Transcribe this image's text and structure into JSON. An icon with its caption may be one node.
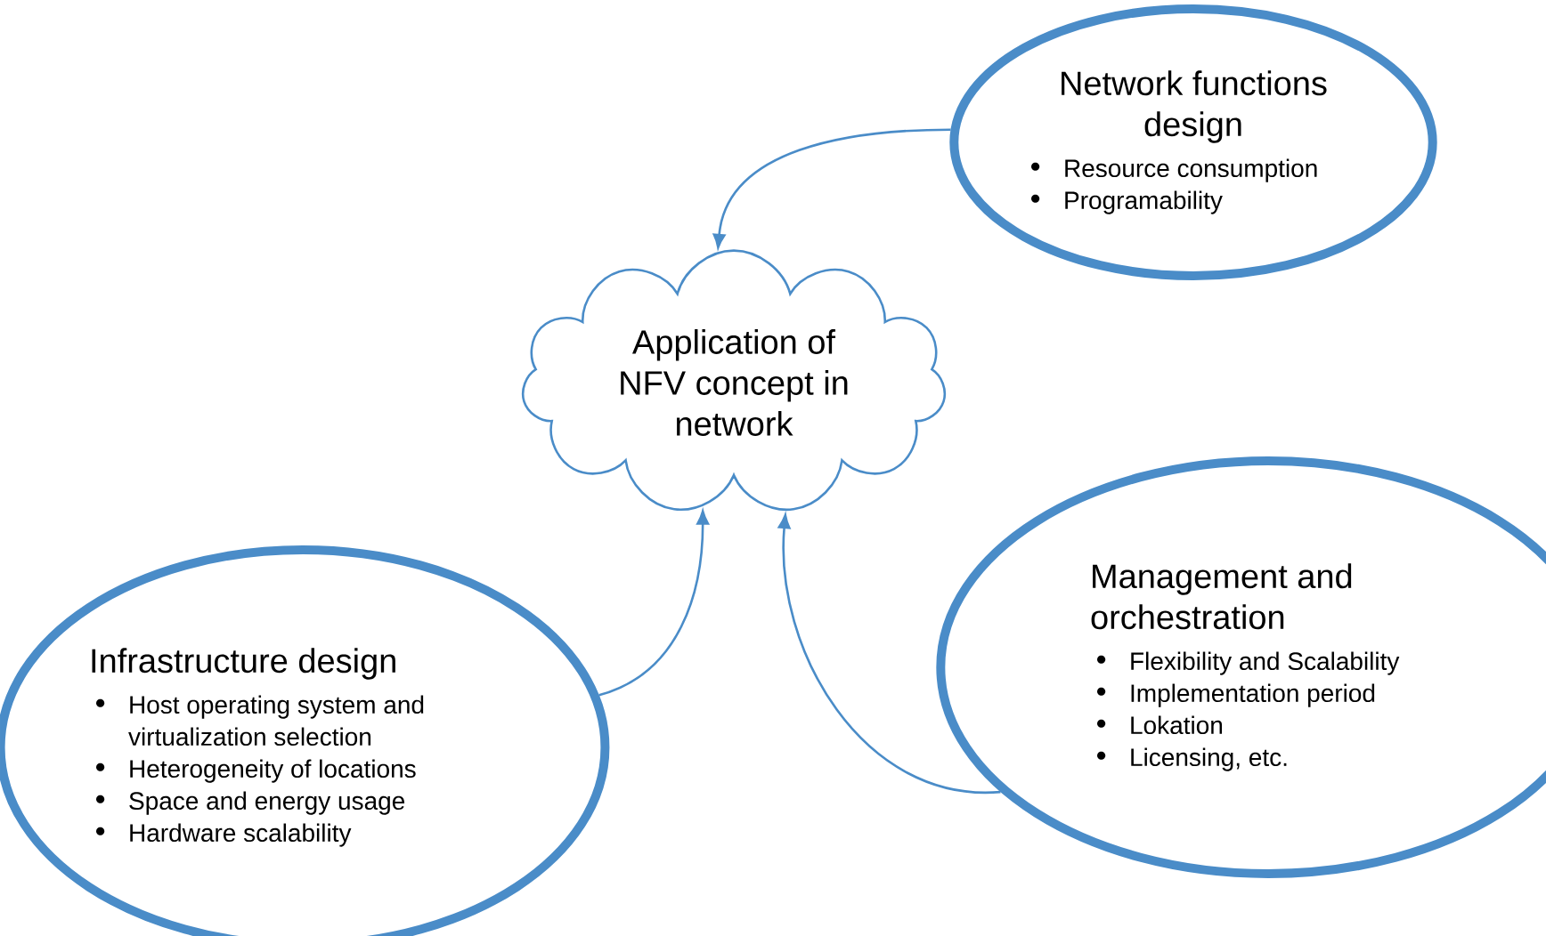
{
  "diagram": {
    "nodes": [
      {
        "text": [
          "Network functions design",
          "Resource consumption",
          "Programability"
        ]
      },
      {
        "text": [
          "Application of NFV concept in network"
        ]
      },
      {
        "text": [
          "Management and orchestration",
          "Flexibility and Scalability",
          "Implementation period",
          "Lokation",
          "Licensing, etc."
        ]
      },
      {
        "text": [
          "Infrastructure design",
          "Host operating system and virtualization selection",
          "Heterogeneity of locations",
          "Space and energy usage",
          "Hardware scalability"
        ]
      }
    ],
    "edges": [
      {
        "from": 0,
        "to": 1,
        "arrow": "to"
      },
      {
        "from": 3,
        "to": 1,
        "arrow": "to"
      },
      {
        "from": 2,
        "to": 1,
        "arrow": "to"
      }
    ]
  }
}
